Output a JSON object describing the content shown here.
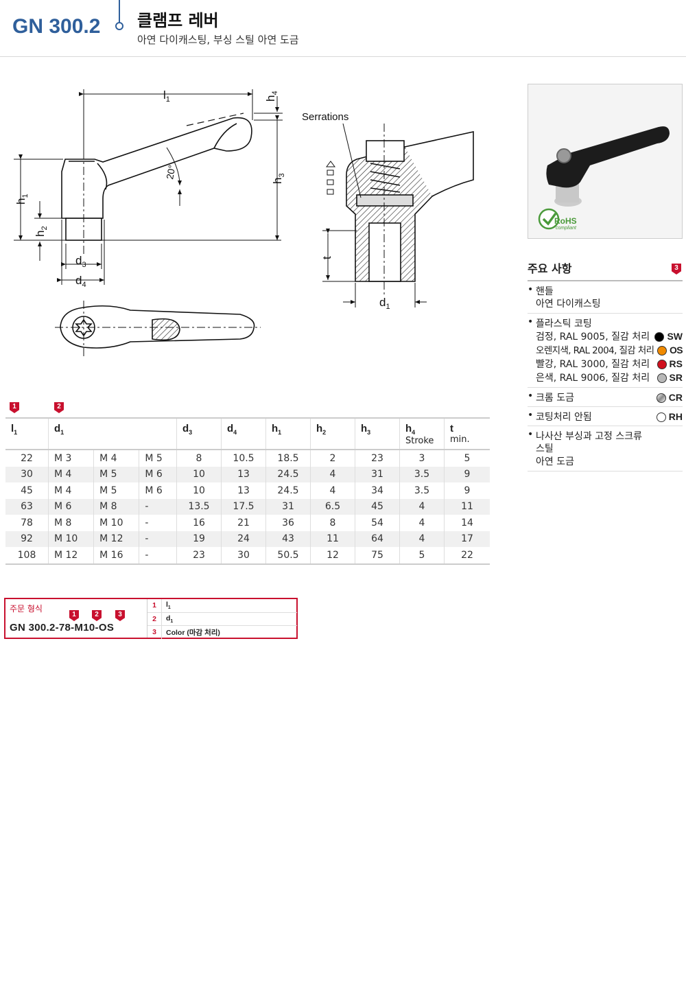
{
  "header": {
    "code": "GN 300.2",
    "title": "클램프 레버",
    "subtitle": "아연 다이캐스팅, 부싱 스틸 아연 도금"
  },
  "drawing": {
    "serrations_label": "Serrations",
    "angle_label": "20°",
    "dims": {
      "l1": "l",
      "l1_sub": "1",
      "h1": "h",
      "h1_sub": "1",
      "h2": "h",
      "h2_sub": "2",
      "h3": "h",
      "h3_sub": "3",
      "h4": "h",
      "h4_sub": "4",
      "d1": "d",
      "d1_sub": "1",
      "d3": "d",
      "d3_sub": "3",
      "d4": "d",
      "d4_sub": "4",
      "t": "t"
    }
  },
  "photo": {
    "rohs_label": "RoHS",
    "rohs_sub": "compliant"
  },
  "features": {
    "title": "주요 사항",
    "title_badge": "3",
    "handle": {
      "label": "핸들",
      "value": "아연 다이캐스팅"
    },
    "plastic": {
      "label": "플라스틱 코팅",
      "options": [
        {
          "text": "검정, RAL 9005, 질감 처리",
          "code": "SW",
          "color": "#000000"
        },
        {
          "text": "오렌지색, RAL 2004, 질감 처리",
          "code": "OS",
          "color": "#f08a00"
        },
        {
          "text": "빨강, RAL 3000, 질감 처리",
          "code": "RS",
          "color": "#d0101e"
        },
        {
          "text": "은색, RAL 9006, 질감 처리",
          "code": "SR",
          "color": "#b8b8b8"
        }
      ]
    },
    "chrome": {
      "label": "크롬 도금",
      "code": "CR"
    },
    "uncoated": {
      "label": "코팅처리 안됨",
      "code": "RH"
    },
    "bushing": {
      "label": "나사산 부싱과 고정 스크류",
      "line2": "스틸",
      "line3": "아연 도금"
    }
  },
  "column_badges": [
    "1",
    "2"
  ],
  "table": {
    "headers": {
      "l1": "l",
      "l1_sub": "1",
      "d1": "d",
      "d1_sub": "1",
      "d3": "d",
      "d3_sub": "3",
      "d4": "d",
      "d4_sub": "4",
      "h1": "h",
      "h1_sub": "1",
      "h2": "h",
      "h2_sub": "2",
      "h3": "h",
      "h3_sub": "3",
      "h4": "h",
      "h4_sub": "4",
      "h4_note": "Stroke",
      "t": "t",
      "t_note": "min."
    },
    "rows": [
      [
        "22",
        "M 3",
        "M 4",
        "M 5",
        "8",
        "10.5",
        "18.5",
        "2",
        "23",
        "3",
        "5"
      ],
      [
        "30",
        "M 4",
        "M 5",
        "M 6",
        "10",
        "13",
        "24.5",
        "4",
        "31",
        "3.5",
        "9"
      ],
      [
        "45",
        "M 4",
        "M 5",
        "M 6",
        "10",
        "13",
        "24.5",
        "4",
        "34",
        "3.5",
        "9"
      ],
      [
        "63",
        "M 6",
        "M 8",
        "-",
        "13.5",
        "17.5",
        "31",
        "6.5",
        "45",
        "4",
        "11"
      ],
      [
        "78",
        "M 8",
        "M 10",
        "-",
        "16",
        "21",
        "36",
        "8",
        "54",
        "4",
        "14"
      ],
      [
        "92",
        "M 10",
        "M 12",
        "-",
        "19",
        "24",
        "43",
        "11",
        "64",
        "4",
        "17"
      ],
      [
        "108",
        "M 12",
        "M 16",
        "-",
        "23",
        "30",
        "50.5",
        "12",
        "75",
        "5",
        "22"
      ]
    ]
  },
  "order": {
    "label": "주문 형식",
    "code": "GN 300.2-78-M10-OS",
    "badges": [
      "1",
      "2",
      "3"
    ],
    "rows": [
      {
        "num": "1",
        "text": "l",
        "sub": "1"
      },
      {
        "num": "2",
        "text": "d",
        "sub": "1"
      },
      {
        "num": "3",
        "text": "Color (마감 처리)",
        "sub": ""
      }
    ]
  }
}
